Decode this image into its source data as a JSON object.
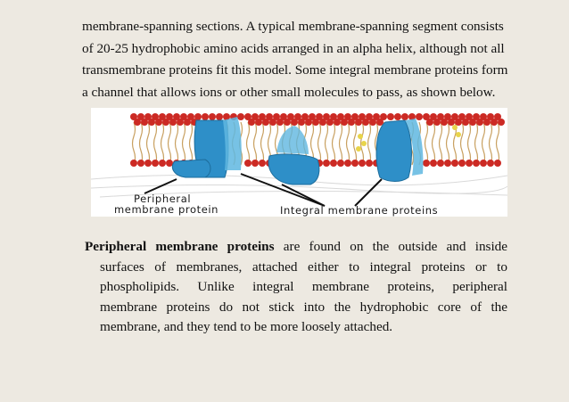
{
  "intro": {
    "lines": [
      "membrane-spanning sections. A typical membrane-spanning segment  consists",
      "of 20-25 hydrophobic amino acids arranged in an alpha helix,  although not all",
      "transmembrane proteins fit this model. Some integral  membrane proteins form",
      "a channel that allows ions or other small  molecules to pass, as shown below."
    ]
  },
  "figure": {
    "label_peripheral_1": "Peripheral",
    "label_peripheral_2": "membrane protein",
    "label_integral": "Integral membrane proteins",
    "colors": {
      "lipid_head": "#cc2a24",
      "protein": "#2e8fc8",
      "protein_light": "#5fb7e0",
      "cholesterol": "#e8d44a"
    }
  },
  "peripheral": {
    "term": "Peripheral  membrane  proteins",
    "line1_rest": " are  found  on  the  outside  and  inside",
    "line2": "surfaces  of  membranes,  attached  either  to  integral  proteins  or  to",
    "line3": "phospholipids.   Unlike   integral   membrane   proteins,   peripheral",
    "line4": "membrane   proteins  do  not  stick  into  the  hydrophobic  core  of  the",
    "line5": "membrane, and they  tend to be more loosely attached."
  }
}
